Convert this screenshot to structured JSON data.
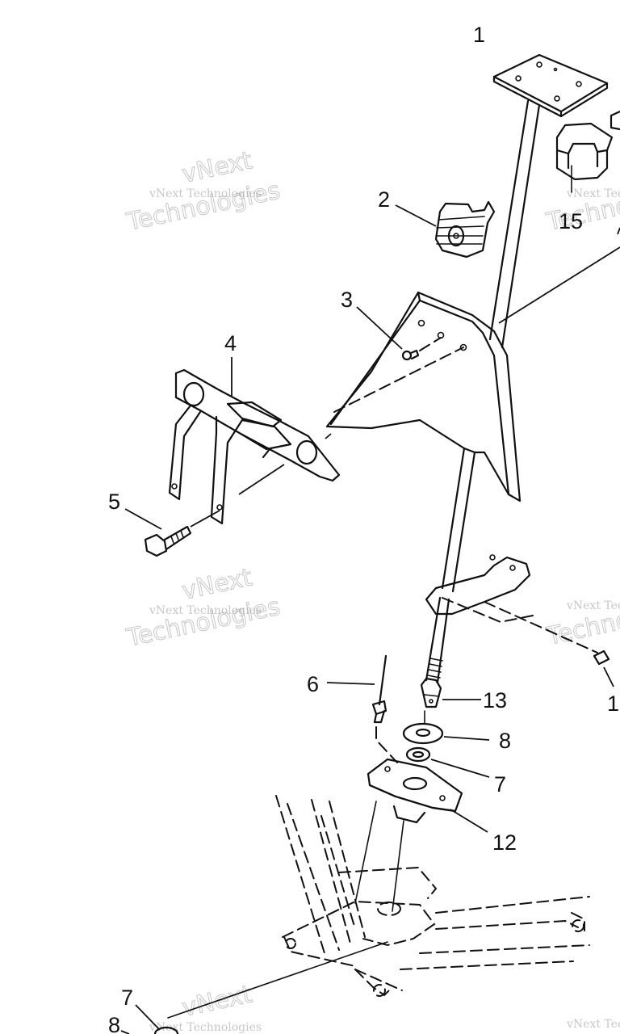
{
  "watermark": {
    "line1": "vNext",
    "line2": "vNext Technologies",
    "line3": "Technologies"
  },
  "callouts": [
    {
      "id": "c1",
      "text": "1"
    },
    {
      "id": "c2",
      "text": "2"
    },
    {
      "id": "c3",
      "text": "3"
    },
    {
      "id": "c4",
      "text": "4"
    },
    {
      "id": "c5",
      "text": "5"
    },
    {
      "id": "c6",
      "text": "6"
    },
    {
      "id": "c13",
      "text": "13"
    },
    {
      "id": "c8",
      "text": "8"
    },
    {
      "id": "c7",
      "text": "7"
    },
    {
      "id": "c12",
      "text": "12"
    },
    {
      "id": "c15",
      "text": "15"
    },
    {
      "id": "c14",
      "text": "1"
    },
    {
      "id": "c7b",
      "text": "7"
    },
    {
      "id": "c8b",
      "text": "8"
    }
  ]
}
